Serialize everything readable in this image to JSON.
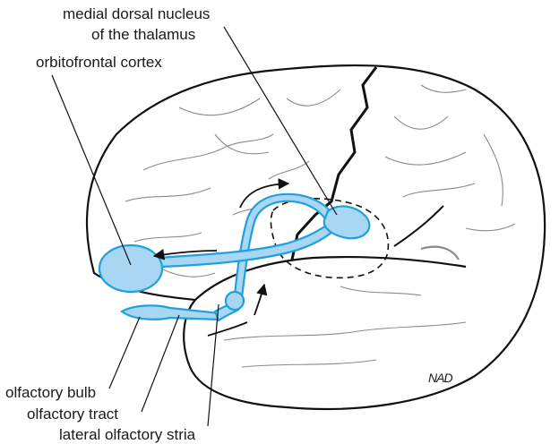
{
  "labels": {
    "medial_dorsal_line1": "medial dorsal nucleus",
    "medial_dorsal_line2": "of the thalamus",
    "orbitofrontal": "orbitofrontal cortex",
    "olfactory_bulb": "olfactory bulb",
    "olfactory_tract": "olfactory tract",
    "lateral_stria": "lateral olfactory stria"
  },
  "signature": "NAD",
  "colors": {
    "pathway_fill": "#a9d6f2",
    "pathway_stroke": "#1ea1dc",
    "outline": "#111111",
    "sulcus": "#8a8a8a"
  }
}
